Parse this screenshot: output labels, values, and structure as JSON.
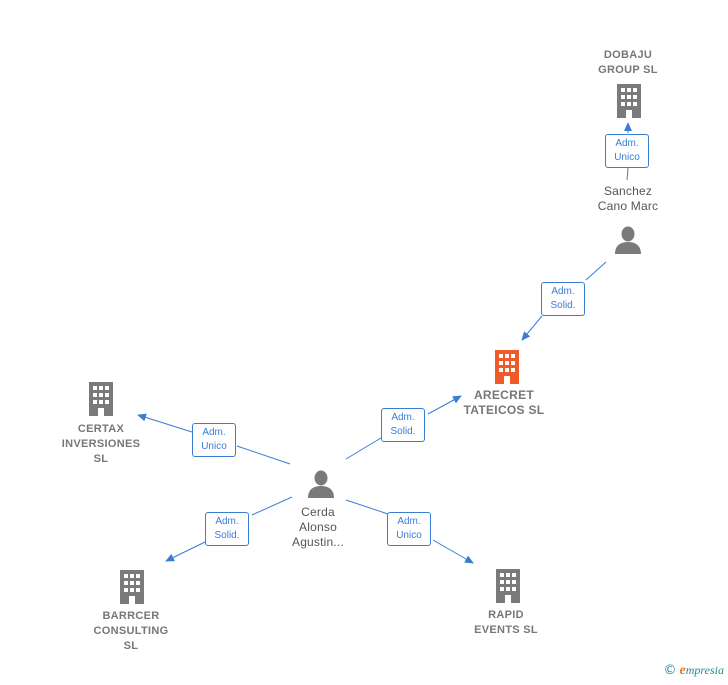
{
  "nodes": {
    "dobaju": {
      "lines": [
        "DOBAJU",
        "GROUP SL"
      ],
      "type": "company"
    },
    "sanchez": {
      "lines": [
        "Sanchez",
        "Cano Marc"
      ],
      "type": "person"
    },
    "arecret": {
      "lines": [
        "ARECRET",
        "TATEICOS  SL"
      ],
      "type": "company-focus"
    },
    "certax": {
      "lines": [
        "CERTAX",
        "INVERSIONES",
        "SL"
      ],
      "type": "company"
    },
    "cerda": {
      "lines": [
        "Cerda",
        "Alonso",
        "Agustin..."
      ],
      "type": "person"
    },
    "barrcer": {
      "lines": [
        "BARRCER",
        "CONSULTING",
        "SL"
      ],
      "type": "company"
    },
    "rapid": {
      "lines": [
        "RAPID",
        "EVENTS  SL"
      ],
      "type": "company"
    }
  },
  "edges": [
    {
      "from": "sanchez",
      "to": "dobaju",
      "role": [
        "Adm.",
        "Unico"
      ]
    },
    {
      "from": "sanchez",
      "to": "arecret",
      "role": [
        "Adm.",
        "Solid."
      ]
    },
    {
      "from": "cerda",
      "to": "arecret",
      "role": [
        "Adm.",
        "Solid."
      ]
    },
    {
      "from": "cerda",
      "to": "certax",
      "role": [
        "Adm.",
        "Unico"
      ]
    },
    {
      "from": "cerda",
      "to": "barrcer",
      "role": [
        "Adm.",
        "Solid."
      ]
    },
    {
      "from": "cerda",
      "to": "rapid",
      "role": [
        "Adm.",
        "Unico"
      ]
    }
  ],
  "colors": {
    "edge": "#3a7dd4",
    "company_icon": "#7a7a7a",
    "focus_icon": "#f05a28",
    "person_icon": "#7a7a7a",
    "label": "#666666"
  },
  "icons": {
    "company": "building-icon",
    "person": "person-icon"
  },
  "footer": {
    "copyright": "©",
    "brand_initial": "e",
    "brand_rest": "mpresia"
  }
}
